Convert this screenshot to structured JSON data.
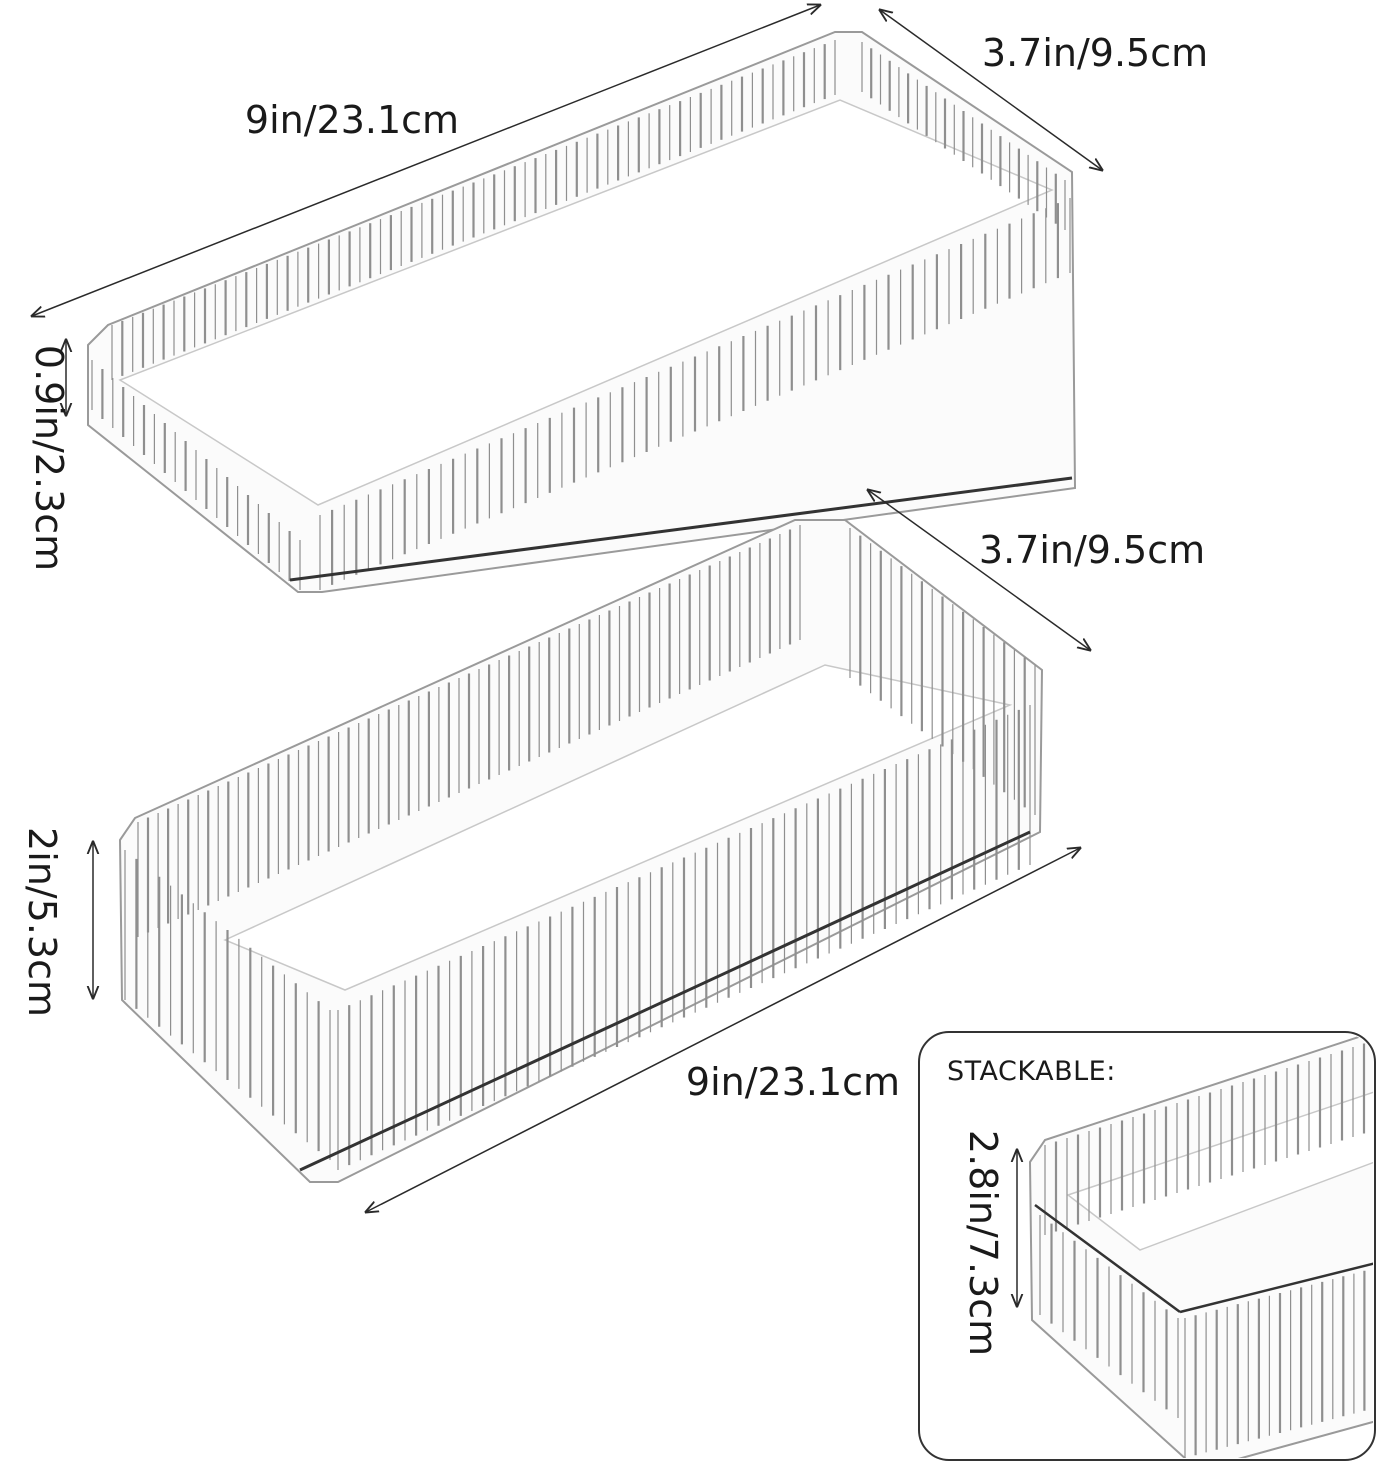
{
  "tray": {
    "length_label": "9in/23.1cm",
    "width_label": "3.7in/9.5cm",
    "height_label": "0.9in/2.3cm"
  },
  "bin": {
    "length_label": "9in/23.1cm",
    "width_label": "3.7in/9.5cm",
    "height_label": "2in/5.3cm"
  },
  "stack_inset": {
    "title": "STACKABLE:",
    "height_label": "2.8in/7.3cm"
  },
  "colors": {
    "background": "#ffffff",
    "line": "#2a2a2a",
    "rib": "#8f8f8f",
    "acrylic": "#f4f4f4"
  }
}
